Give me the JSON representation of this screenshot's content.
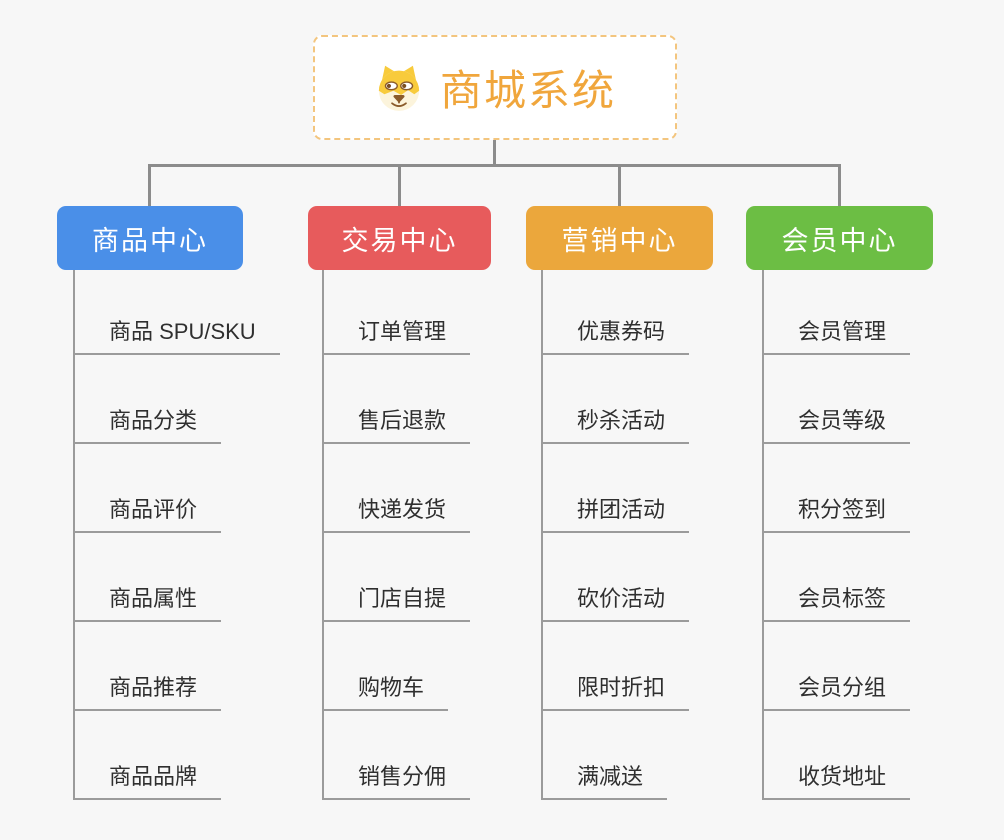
{
  "root": {
    "title": "商城系统",
    "icon": "shiba-dog-icon",
    "title_color": "#F0A63C",
    "border_color": "#F3C57E"
  },
  "connector_color": "#8C8C8C",
  "branches": [
    {
      "label": "商品中心",
      "color": "#4A8FE8",
      "items": [
        "商品 SPU/SKU",
        "商品分类",
        "商品评价",
        "商品属性",
        "商品推荐",
        "商品品牌"
      ]
    },
    {
      "label": "交易中心",
      "color": "#E75B5C",
      "items": [
        "订单管理",
        "售后退款",
        "快递发货",
        "门店自提",
        "购物车",
        "销售分佣"
      ]
    },
    {
      "label": "营销中心",
      "color": "#EBA73C",
      "items": [
        "优惠券码",
        "秒杀活动",
        "拼团活动",
        "砍价活动",
        "限时折扣",
        "满减送"
      ]
    },
    {
      "label": "会员中心",
      "color": "#6CBE44",
      "items": [
        "会员管理",
        "会员等级",
        "积分签到",
        "会员标签",
        "会员分组",
        "收货地址"
      ]
    }
  ]
}
